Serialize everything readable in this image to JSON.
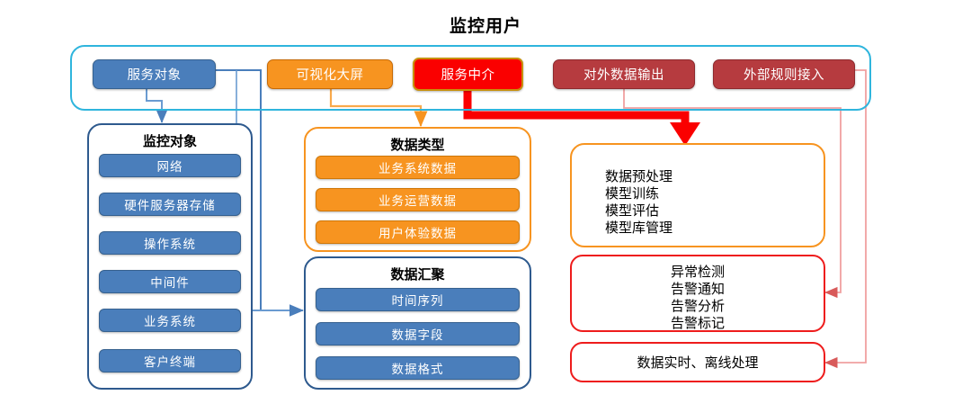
{
  "title": "监控用户",
  "colors": {
    "cyan_band": "#2fb5dd",
    "blue": "#4a7ebb",
    "blue_border": "#2e5a8e",
    "orange": "#f79420",
    "bright_red": "#fa0000",
    "dark_red": "#b63b3f",
    "red_outline": "#ee1c1c",
    "light_red_connector": "#f0a0a0"
  },
  "top_band": {
    "chips": [
      {
        "label": "服务对象",
        "style": "blue"
      },
      {
        "label": "可视化大屏",
        "style": "orange"
      },
      {
        "label": "服务中介",
        "style": "red"
      },
      {
        "label": "对外数据输出",
        "style": "darkred"
      },
      {
        "label": "外部规则接入",
        "style": "darkred"
      }
    ]
  },
  "panels": {
    "monitor_objects": {
      "title": "监控对象",
      "items": [
        {
          "label": "网络"
        },
        {
          "label": "硬件服务器存储"
        },
        {
          "label": "操作系统"
        },
        {
          "label": "中间件"
        },
        {
          "label": "业务系统"
        },
        {
          "label": "客户终端"
        }
      ]
    },
    "data_types": {
      "title": "数据类型",
      "items": [
        {
          "label": "业务系统数据"
        },
        {
          "label": "业务运营数据"
        },
        {
          "label": "用户体验数据"
        }
      ]
    },
    "data_aggregation": {
      "title": "数据汇聚",
      "items": [
        {
          "label": "时间序列"
        },
        {
          "label": "数据字段"
        },
        {
          "label": "数据格式"
        }
      ]
    },
    "modeling": {
      "lines": "数据预处理\n模型训练\n模型评估\n模型库管理"
    },
    "alerting": {
      "lines": "异常检测\n告警通知\n告警分析\n告警标记"
    },
    "processing": {
      "lines": "数据实时、离线处理"
    }
  }
}
